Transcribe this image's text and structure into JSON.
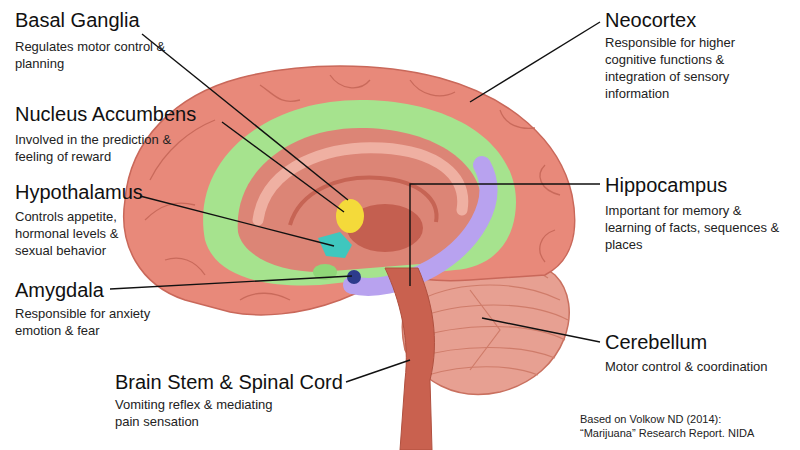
{
  "diagram": {
    "caption": "Based on Volkow ND (2014): “Marijuana” Research Report. NIDA",
    "labels": [
      "Basal Ganglia",
      "Regulates motor control & planning",
      "Nucleus Accumbens",
      "Involved in the prediction & feeling of reward",
      "Hypothalamus",
      "Controls appetite, hormonal levels & sexual behavior",
      "Amygdala",
      "Responsible for anxiety emotion & fear",
      "Brain Stem & Spinal Cord",
      "Vomiting reflex & mediating pain sensation",
      "Neocortex",
      "Responsible for higher cognitive functions & integration of sensory information",
      "Hippocampus",
      "Important for memory & learning of facts, sequences & places",
      "Cerebellum",
      "Motor control & coordination"
    ]
  }
}
